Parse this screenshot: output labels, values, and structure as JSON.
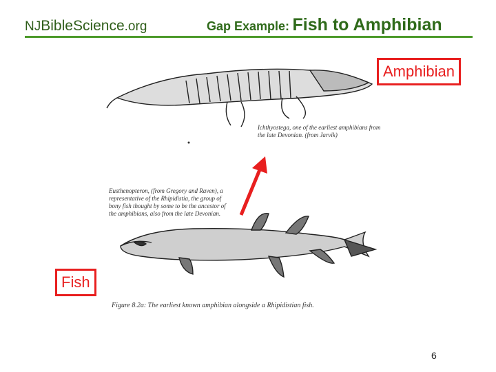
{
  "header": {
    "logo_nj": "NJ",
    "logo_bible": "Bible",
    "logo_science": "Science",
    "logo_org": ".org",
    "title_prefix": "Gap Example:",
    "title_main": "Fish to Amphibian"
  },
  "labels": {
    "amphibian": "Amphibian",
    "fish": "Fish"
  },
  "captions": {
    "top": "Ichthyostega, one of the earliest amphibians from the late Devonian. (from Jarvik)",
    "middle": "Eusthenopteron, (from Gregory and Raven), a representative of the Rhipidistia, the group of bony fish thought by some to be the ancestor of the amphibians, also from the late Devonian.",
    "bottom": "Figure 8.2a: The earliest known amphibian alongside a Rhipidistian fish."
  },
  "page_number": "6",
  "colors": {
    "green_text": "#2f6a1a",
    "rule": "#4c9a2a",
    "red": "#e81f1f"
  }
}
